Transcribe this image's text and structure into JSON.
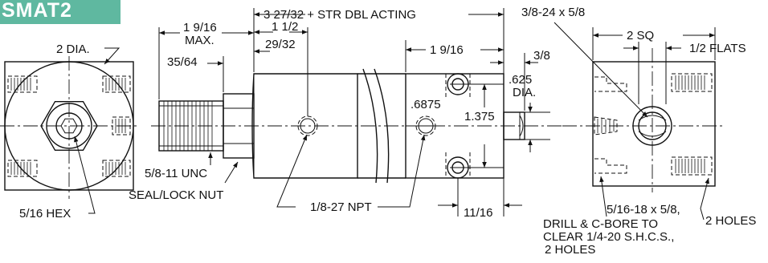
{
  "model_tag": "SMAT2",
  "dimensions": {
    "dia_2": "2 DIA.",
    "hex_516": "5/16 HEX",
    "max_1916": "1 9/16",
    "max_label": "MAX.",
    "len_112": "1 1/2",
    "len_2932": "29/32",
    "len_3564": "35/64",
    "thread_rod": "5/8-11 UNC",
    "seal_nut": "SEAL/LOCK NUT",
    "port": "1/8-27 NPT",
    "overall": "3 27/32 + STR DBL ACTING",
    "body_1916": "1 9/16",
    "len_38": "3/8",
    "dia_625": ".625",
    "dia_label": "DIA.",
    "h_6875": ".6875",
    "h_1375": "1.375",
    "len_1116": "11/16",
    "thread_front": "3/8-24 x 5/8",
    "sq_2": "2 SQ",
    "flats": "1/2  FLATS",
    "tap_holes": "5/16-18 x 5/8,",
    "tap_count": "2 HOLES",
    "cbore_1": "DRILL & C-BORE TO",
    "cbore_2": "CLEAR 1/4-20 S.H.C.S.,",
    "cbore_3": "2 HOLES"
  }
}
